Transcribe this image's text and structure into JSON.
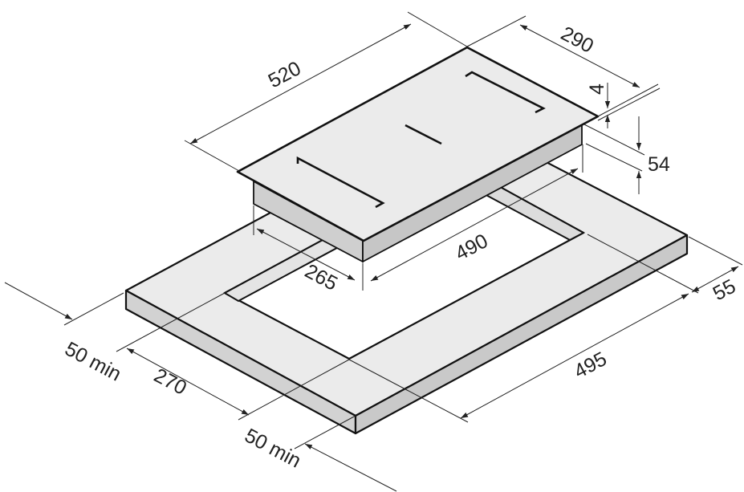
{
  "diagram": {
    "labels": {
      "hob_width": "520",
      "hob_depth": "290",
      "glass_thickness": "4",
      "hob_height": "54",
      "cutout_width": "490",
      "cutout_depth": "265",
      "worktop_clearance_side": "55",
      "cutout_min_width": "495",
      "min_front_left": "50 min",
      "cutout_min_depth": "270",
      "min_front_bottom": "50 min"
    },
    "colors": {
      "top_surface": "#ebebeb",
      "side_surface": "#cfcfcf",
      "line": "#111111"
    }
  }
}
